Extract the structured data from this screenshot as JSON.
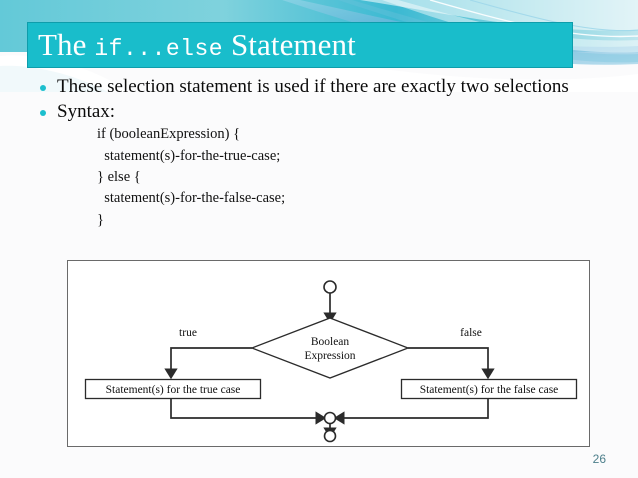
{
  "slide": {
    "background_color": "#fbfbfc",
    "page_number": "26"
  },
  "title": {
    "part1": "The ",
    "code": "if...else",
    "part2": " Statement",
    "bar_color": "#19bdcb",
    "text_color": "#ffffff"
  },
  "bullets": [
    {
      "text": "These selection statement is used if there are exactly two selections"
    },
    {
      "text": "Syntax:"
    }
  ],
  "code_lines": [
    "if (booleanExpression) {",
    "  statement(s)-for-the-true-case;",
    "} else {",
    "  statement(s)-for-the-false-case;",
    "}"
  ],
  "bullet_color": "#1cbfce",
  "diagram": {
    "type": "flowchart",
    "decision_label_line1": "Boolean",
    "decision_label_line2": "Expression",
    "true_label": "true",
    "false_label": "false",
    "true_box_label": "Statement(s) for the true case",
    "false_box_label": "Statement(s) for the false case",
    "stroke_color": "#4a4a4a",
    "fill_color": "#ffffff",
    "border_color": "#6a6a6a"
  }
}
